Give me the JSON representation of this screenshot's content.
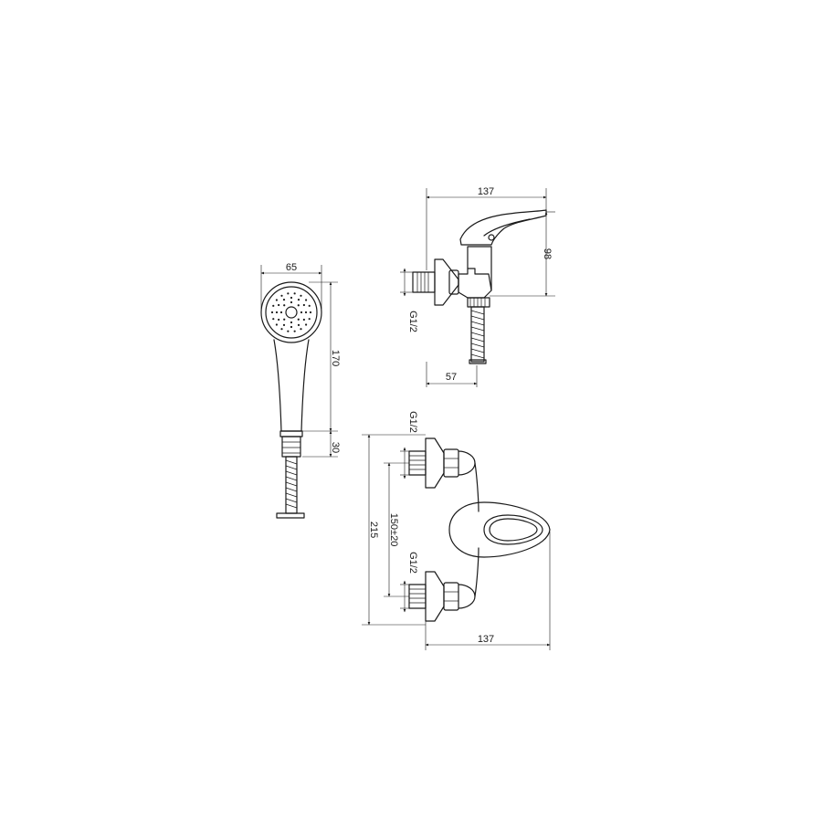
{
  "dimensions": {
    "side_width": "137",
    "side_height": "98",
    "side_thread": "G1/2",
    "side_depth": "57",
    "shower_head_width": "65",
    "shower_handle_length": "170",
    "shower_connector_length": "30",
    "front_top_thread": "G1/2",
    "front_center_distance": "150±20",
    "front_bottom_thread": "G1/2",
    "front_height": "215",
    "front_width": "137"
  }
}
